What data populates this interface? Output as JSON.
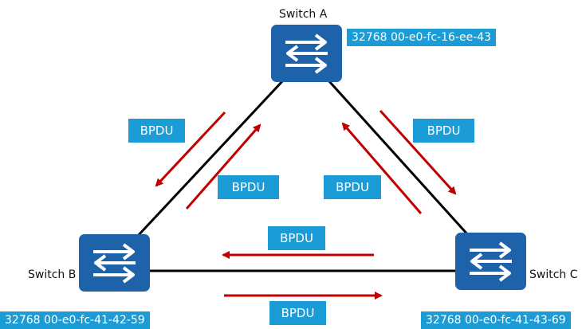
{
  "colors": {
    "switch_fill": "#1e63a9",
    "label_fill": "#1b9cd6",
    "link_line": "#000000",
    "bpdu_arrow": "#c00000"
  },
  "switches": {
    "a": {
      "name": "Switch A",
      "bridge_id": "32768 00-e0-fc-16-ee-43",
      "icon": "switch-icon"
    },
    "b": {
      "name": "Switch B",
      "bridge_id": "32768 00-e0-fc-41-42-59",
      "icon": "switch-icon"
    },
    "c": {
      "name": "Switch C",
      "bridge_id": "32768 00-e0-fc-41-43-69",
      "icon": "switch-icon"
    }
  },
  "bpdu_labels": {
    "ab_down": "BPDU",
    "ab_up": "BPDU",
    "ac_down": "BPDU",
    "ac_up": "BPDU",
    "bc_left": "BPDU",
    "bc_right": "BPDU"
  }
}
